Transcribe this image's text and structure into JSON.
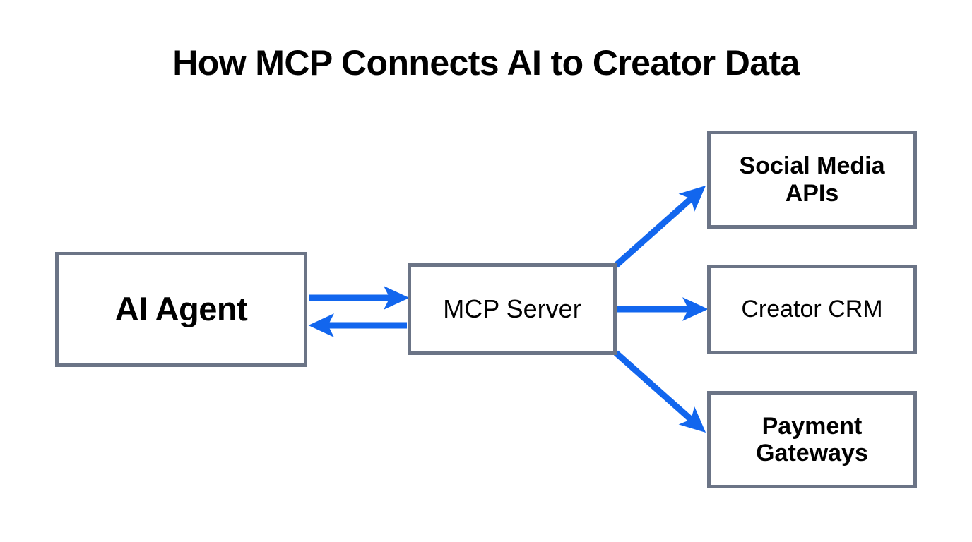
{
  "diagram": {
    "title": "How MCP Connects AI to Creator Data",
    "background_color": "#ffffff",
    "box_border_color": "#6b7486",
    "box_fill_color": "#ffffff",
    "arrow_color": "#1266ee",
    "text_color": "#000000",
    "nodes": [
      {
        "id": "ai-agent",
        "label": "AI Agent"
      },
      {
        "id": "mcp-server",
        "label": "MCP Server"
      },
      {
        "id": "social-media-apis",
        "label": "Social Media\nAPIs"
      },
      {
        "id": "creator-crm",
        "label": "Creator CRM"
      },
      {
        "id": "payment-gateways",
        "label": "Payment\nGateways"
      }
    ],
    "connections": [
      {
        "id": "ai-agent-to-mcp-server",
        "from": "ai-agent",
        "to": "mcp-server",
        "direction": "right"
      },
      {
        "id": "mcp-server-to-ai-agent",
        "from": "mcp-server",
        "to": "ai-agent",
        "direction": "left"
      },
      {
        "id": "mcp-server-to-social-media",
        "from": "mcp-server",
        "to": "social-media-apis",
        "direction": "up-right"
      },
      {
        "id": "mcp-server-to-creator-crm",
        "from": "mcp-server",
        "to": "creator-crm",
        "direction": "right"
      },
      {
        "id": "mcp-server-to-payment-gateways",
        "from": "mcp-server",
        "to": "payment-gateways",
        "direction": "down-right"
      }
    ]
  }
}
